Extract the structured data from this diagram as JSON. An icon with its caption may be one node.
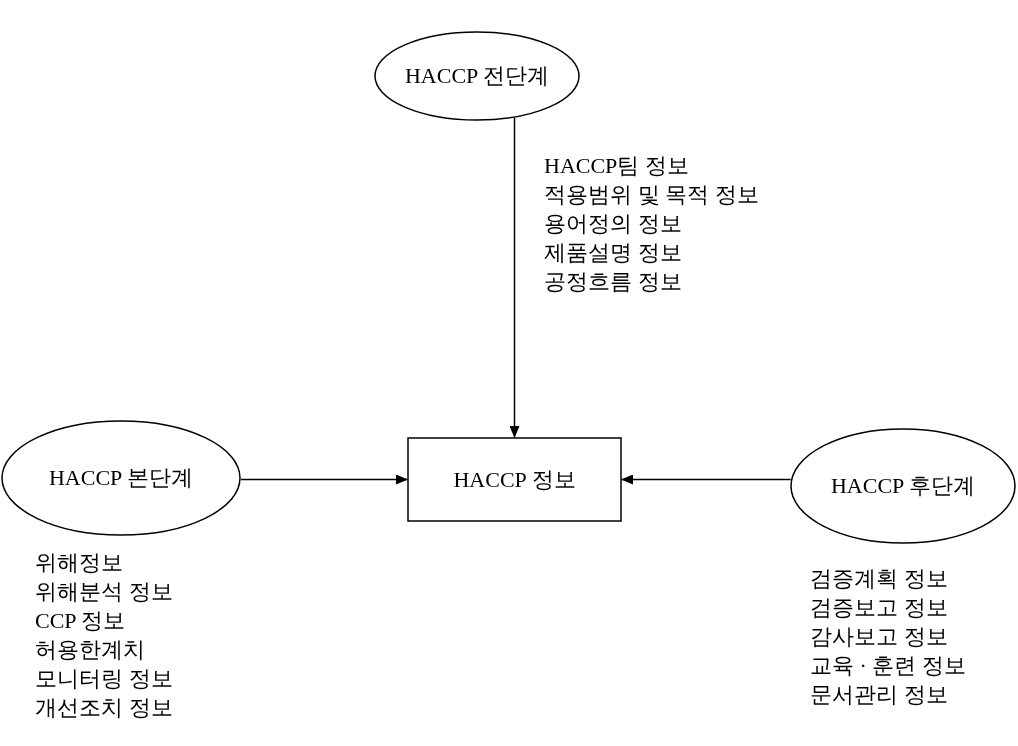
{
  "diagram": {
    "nodes": [
      {
        "text": [
          "HACCP 전단계"
        ],
        "beside": [
          "HACCP팀 정보",
          "적용범위 및 목적 정보",
          "용어정의 정보",
          "제품설명 정보",
          "공정흐름 정보"
        ]
      },
      {
        "text": [
          "HACCP 본단계"
        ],
        "beside": [
          "위해정보",
          "위해분석 정보",
          "CCP 정보",
          "허용한계치",
          "모니터링 정보",
          "개선조치 정보"
        ]
      },
      {
        "text": [
          "HACCP 정보"
        ]
      },
      {
        "text": [
          "HACCP 후단계"
        ],
        "beside": [
          "검증계획 정보",
          "검증보고 정보",
          "감사보고 정보",
          "교육 · 훈련 정보",
          "문서관리 정보"
        ]
      }
    ],
    "edges": [
      {
        "from": 0,
        "to": 2,
        "arrow": "to"
      },
      {
        "from": 1,
        "to": 2,
        "arrow": "to"
      },
      {
        "from": 3,
        "to": 2,
        "arrow": "to"
      }
    ]
  }
}
